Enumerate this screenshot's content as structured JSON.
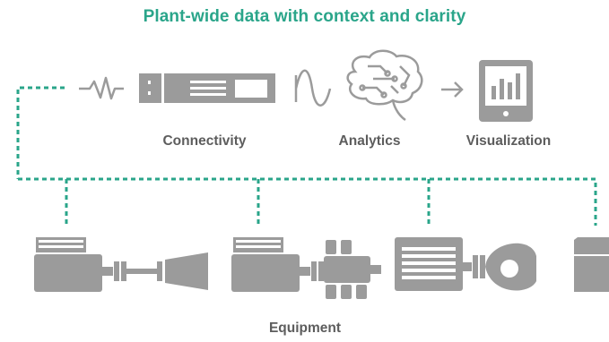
{
  "header": {
    "title": "Plant-wide data with context and clarity"
  },
  "stages": [
    {
      "label": "Connectivity",
      "icon": "server-rack-icon"
    },
    {
      "label": "Analytics",
      "icon": "brain-circuit-icon"
    },
    {
      "label": "Visualization",
      "icon": "tablet-chart-icon"
    }
  ],
  "equipment": {
    "label": "Equipment"
  },
  "colors": {
    "accent": "#2aa58a",
    "icon_gray": "#9b9b9b",
    "label_gray": "#5d5d5d"
  }
}
